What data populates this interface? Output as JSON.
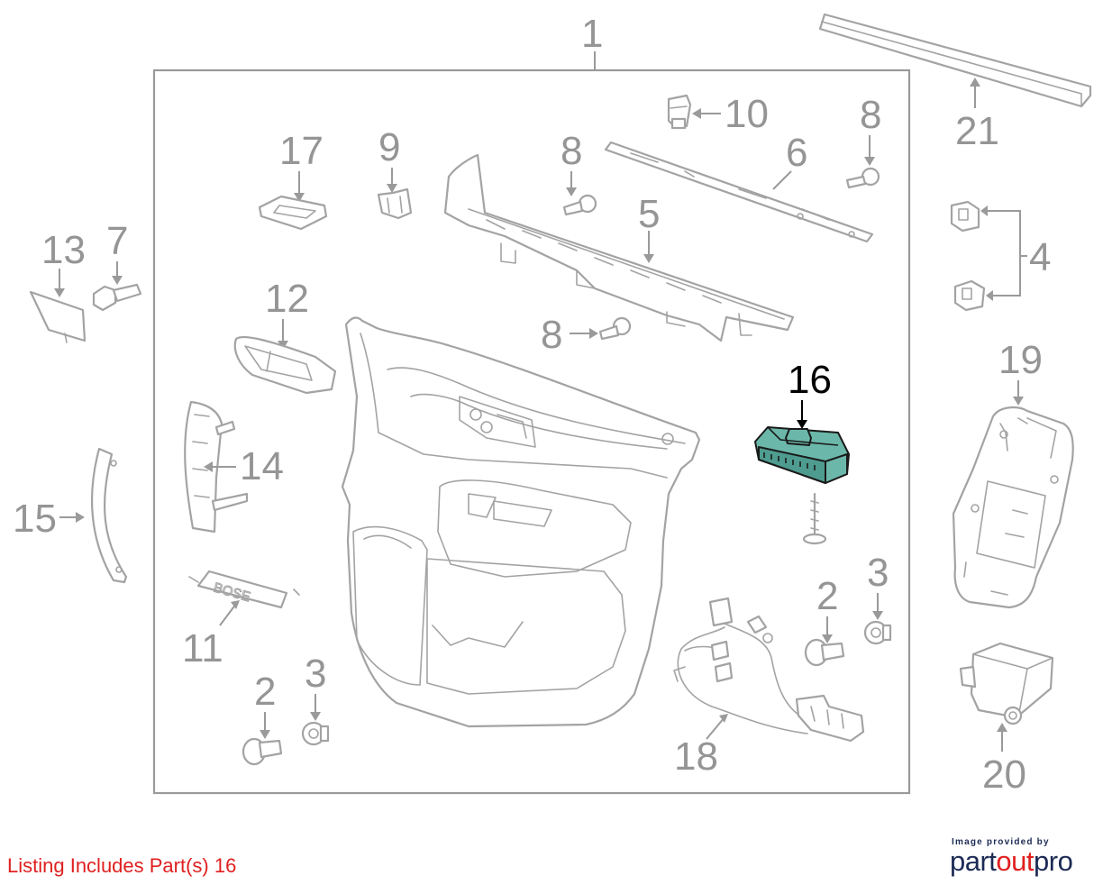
{
  "callouts": {
    "n1": "1",
    "n2a": "2",
    "n2b": "2",
    "n3a": "3",
    "n3b": "3",
    "n4": "4",
    "n5": "5",
    "n6": "6",
    "n7": "7",
    "n8a": "8",
    "n8b": "8",
    "n8c": "8",
    "n9": "9",
    "n10": "10",
    "n11": "11",
    "n12": "12",
    "n13": "13",
    "n14": "14",
    "n15": "15",
    "n16": "16",
    "n17": "17",
    "n18": "18",
    "n19": "19",
    "n20": "20",
    "n21": "21"
  },
  "badge_text": "BOSE",
  "highlighted_part": "16",
  "highlight_color": "#6bb8aa",
  "footer": {
    "listing": "Listing Includes Part(s)  16",
    "provided_by": "Image provided by",
    "brand_part": "part",
    "brand_out": "out",
    "brand_pro": "pro"
  },
  "colors": {
    "line": "#a3a3a3",
    "callout": "#959595",
    "listing": "#e02020",
    "brand_navy": "#1c2b55",
    "brand_red": "#e02020"
  }
}
